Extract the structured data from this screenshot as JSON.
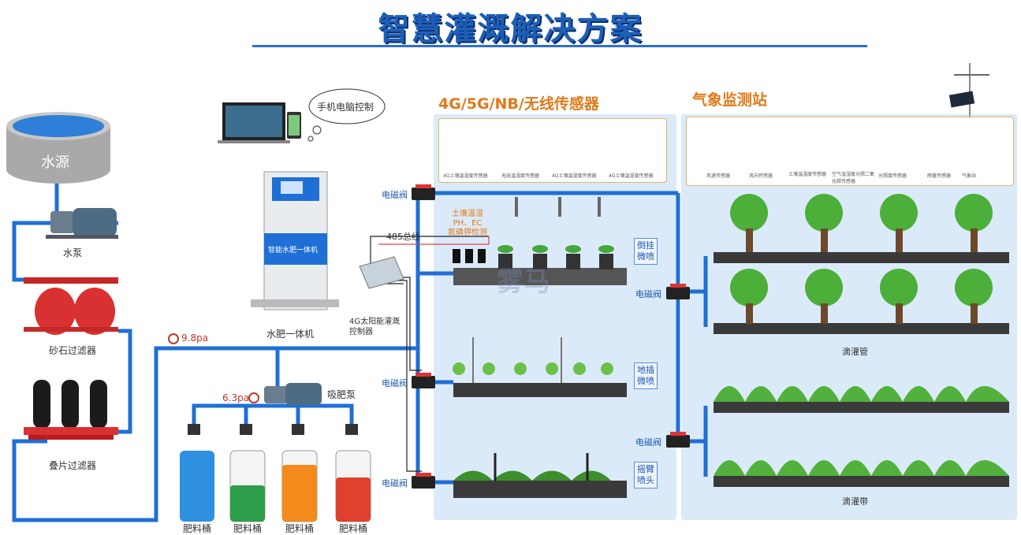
{
  "title": "智慧灌溉解决方案",
  "left": {
    "water_source": "水源",
    "pump": "水泵",
    "sand_filter": "砂石过滤器",
    "disc_filter": "叠片过滤器",
    "pressure_main": "9.8pa",
    "pressure_fert": "6.3pa",
    "suction_pump": "吸肥泵",
    "tanks": [
      "肥料桶",
      "肥料桶",
      "肥料桶",
      "肥料桶"
    ],
    "remote_control": "手机电脑控制",
    "machine_panel_text": "智能水肥一体机",
    "machine_label": "水肥一体机",
    "rs485": "485总线",
    "solar_controller": "4G太阳能灌溉\n控制器",
    "soil_sensor_tag": "土壤温湿\nPH、EC\n氮磷钾检测"
  },
  "sensors_section": {
    "heading": "4G/5G/NB/无线传感器",
    "items": [
      "4G土壤温湿度传感器",
      "无线温湿度传感器",
      "4G土壤温湿度传感器",
      "4G土壤温湿度传感器"
    ]
  },
  "weather_section": {
    "heading": "气象监测站",
    "items": [
      "风速传感器",
      "风向传感器",
      "土壤温湿度传感器",
      "空气温湿度光照二氧化碳传感器",
      "光照度传感器",
      "雨量传感器",
      "气象站"
    ]
  },
  "valve_label": "电磁阀",
  "zones": {
    "hanging_mist": "倒挂\n微喷",
    "ground_mist": "地插\n微喷",
    "rocker_sprinkler": "摇臂\n喷头",
    "drip_pipe": "滴灌管",
    "drip_tape": "滴灌带"
  },
  "watermark": "雾马",
  "colors": {
    "pipe": "#1f6fd6",
    "panel": "#dbeaf8",
    "heading": "#e07a1a",
    "tank_blue": "#2f8fe0",
    "tank_green": "#2e9e4a",
    "tank_orange": "#f28a1c",
    "tank_red": "#e0402e",
    "filter_red": "#d93131",
    "tree_green": "#4caf3a"
  }
}
